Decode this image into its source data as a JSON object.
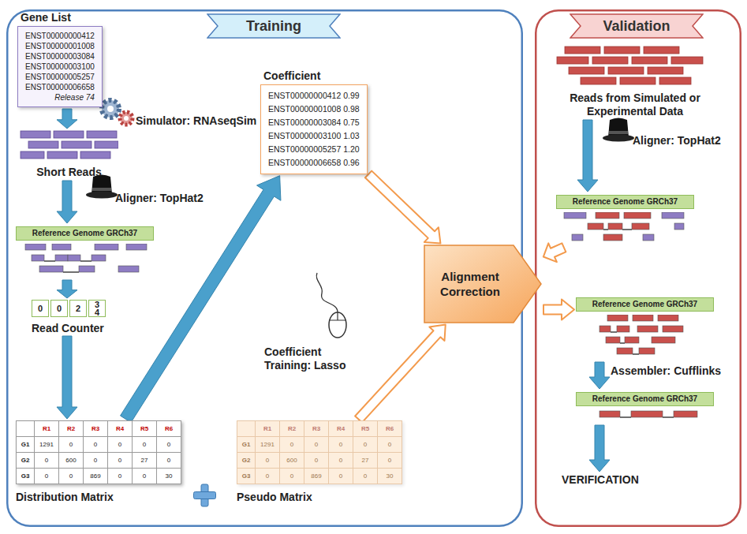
{
  "diagram": {
    "nodes": [
      {
        "text": [
          "Training"
        ]
      },
      {
        "text": [
          "Validation"
        ]
      },
      {
        "text": [
          "Gene List",
          "ENST00000000412",
          "ENST00000001008",
          "ENST00000003084",
          "ENST00000003100",
          "ENST00000005257",
          "ENST00000006658",
          "Release 74"
        ],
        "in": 0
      },
      {
        "text": [
          "Short Reads"
        ],
        "in": 0
      },
      {
        "text": [
          "Reference Genome GRCh37"
        ],
        "in": 0
      },
      {
        "text": [
          "Read Counter",
          "0",
          "0",
          "2",
          "3 4"
        ],
        "in": 0
      },
      {
        "text": [
          "Distribution Matrix",
          "R1",
          "R2",
          "R3",
          "R4",
          "R5",
          "R6",
          "G1",
          "1291",
          "0",
          "0",
          "0",
          "0",
          "0",
          "G2",
          "0",
          "600",
          "0",
          "0",
          "27",
          "0",
          "G3",
          "0",
          "0",
          "869",
          "0",
          "0",
          "30"
        ],
        "in": 0
      },
      {
        "text": [
          "Pseudo Matrix",
          "R1",
          "R2",
          "R3",
          "R4",
          "R5",
          "R6",
          "G1",
          "1291",
          "0",
          "0",
          "0",
          "0",
          "0",
          "G2",
          "0",
          "600",
          "0",
          "0",
          "27",
          "0",
          "G3",
          "0",
          "0",
          "869",
          "0",
          "0",
          "30"
        ],
        "in": 0
      },
      {
        "text": [
          "Coefficient",
          "ENST00000000412 0.99",
          "ENST00000001008 0.98",
          "ENST00000003084 0.75",
          "ENST00000003100 1.03",
          "ENST00000005257 1.20",
          "ENST00000006658 0.96"
        ],
        "in": 0
      },
      {
        "text": [
          "Alignment Correction"
        ]
      },
      {
        "text": [
          "Reads from Simulated or Experimental Data"
        ],
        "in": 1
      },
      {
        "text": [
          "Reference Genome GRCh37"
        ],
        "in": 1
      },
      {
        "text": [
          "Reference Genome GRCh37"
        ],
        "in": 1
      },
      {
        "text": [
          "Reference Genome GRCh37"
        ],
        "in": 1
      },
      {
        "text": [
          "VERIFICATION"
        ],
        "in": 1
      }
    ],
    "edges": [
      {
        "from": 2,
        "to": 3,
        "arrow": "to"
      },
      {
        "from": 3,
        "to": 4,
        "arrow": "to"
      },
      {
        "from": 4,
        "to": 5,
        "arrow": "to"
      },
      {
        "from": 5,
        "to": 6,
        "arrow": "to"
      },
      {
        "from": 6,
        "to": 8,
        "arrow": "to"
      },
      {
        "from": 8,
        "to": 9,
        "arrow": "to"
      },
      {
        "from": 7,
        "to": 9,
        "arrow": "to"
      },
      {
        "from": 10,
        "to": 11,
        "arrow": "to"
      },
      {
        "from": 11,
        "to": 9,
        "arrow": "to"
      },
      {
        "from": 9,
        "to": 12,
        "arrow": "to"
      },
      {
        "from": 12,
        "to": 13,
        "arrow": "to"
      },
      {
        "from": 13,
        "to": 14,
        "arrow": "to"
      }
    ],
    "labels": [
      "Simulator: RNAseqSim",
      "Aligner: TopHat2",
      "Coefficient Training: Lasso",
      "Aligner: TopHat2",
      "Assembler: Cufflinks"
    ]
  }
}
